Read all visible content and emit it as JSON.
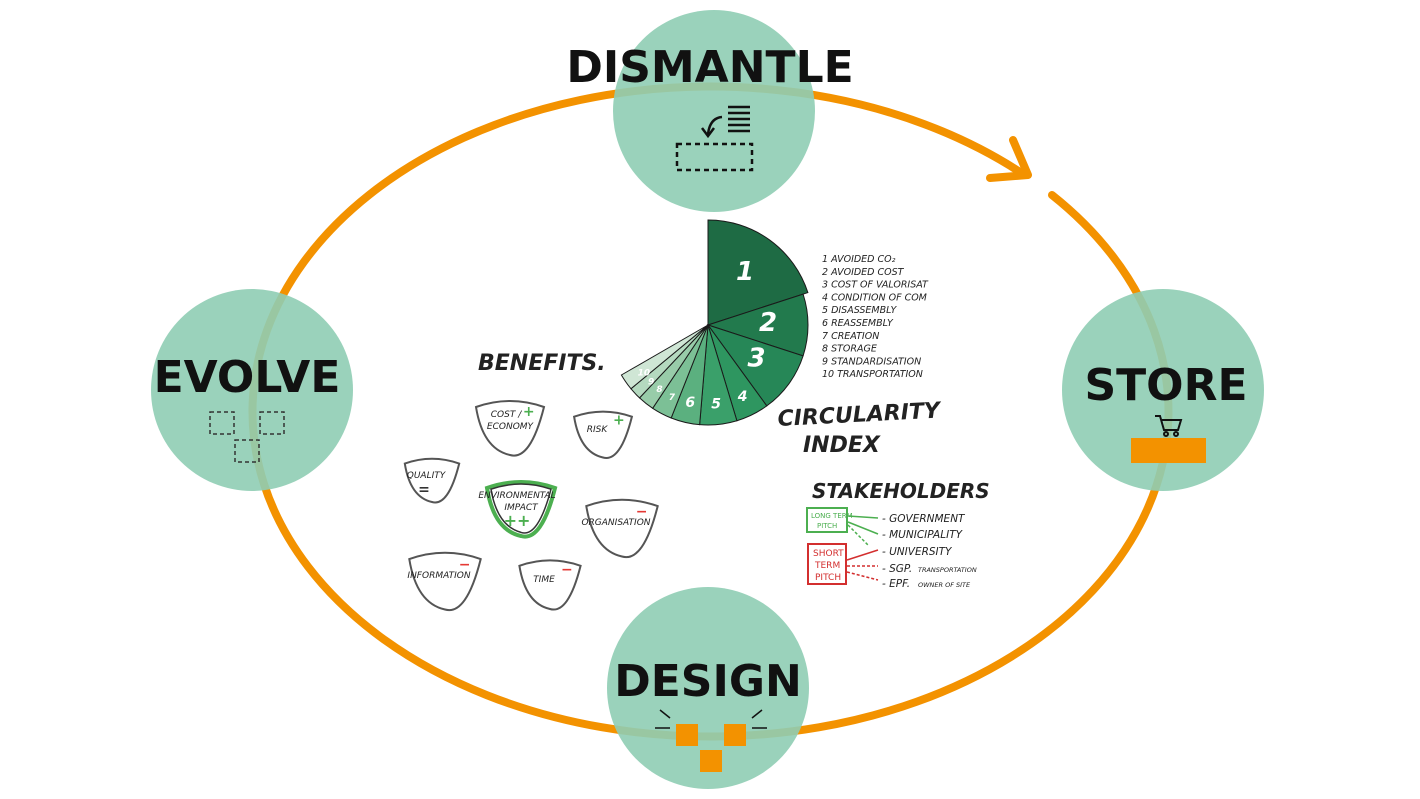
{
  "colors": {
    "cycle_orange": "#f39200",
    "stage_circle": "#8fcdb4",
    "pie_dark": "#1e6b44",
    "benefit_green": "#4caf50",
    "negative_red": "#e53935",
    "stakeholder_red": "#d32f2f"
  },
  "stages": {
    "dismantle": {
      "label": "DISMANTLE",
      "icon": "stack-to-box-icon"
    },
    "store": {
      "label": "STORE",
      "icon": "shopping-cart-icon"
    },
    "design": {
      "label": "DESIGN",
      "icon": "blocks-icon"
    },
    "evolve": {
      "label": "EVOLVE",
      "icon": "dashed-blocks-icon"
    }
  },
  "index": {
    "title_line1": "CIRCULARITY",
    "title_line2": "INDEX",
    "slices": [
      {
        "label": "1",
        "share": 0.3
      },
      {
        "label": "2",
        "share": 0.15
      },
      {
        "label": "3",
        "share": 0.15
      },
      {
        "label": "4",
        "share": 0.08
      },
      {
        "label": "5",
        "share": 0.09
      },
      {
        "label": "6",
        "share": 0.07
      },
      {
        "label": "7",
        "share": 0.05
      },
      {
        "label": "8",
        "share": 0.04
      },
      {
        "label": "9",
        "share": 0.03
      },
      {
        "label": "10",
        "share": 0.04
      }
    ],
    "legend": [
      "1 AVOIDED CO₂",
      "2 AVOIDED COST",
      "3 COST OF VALORISAT",
      "4 CONDITION OF COM",
      "5 DISASSEMBLY",
      "6 REASSEMBLY",
      "7 CREATION",
      "8 STORAGE",
      "9 STANDARDISATION",
      "10 TRANSPORTATION"
    ]
  },
  "benefits": {
    "title": "BENEFITS.",
    "items": [
      {
        "line1": "COST /",
        "line2": "ECONOMY",
        "mark": "+"
      },
      {
        "line1": "RISK",
        "line2": "",
        "mark": "+"
      },
      {
        "line1": "QUALITY",
        "line2": "",
        "mark": "="
      },
      {
        "line1": "ENVIRONMENTAL",
        "line2": "IMPACT",
        "mark": "++"
      },
      {
        "line1": "ORGANISATION",
        "line2": "",
        "mark": "−"
      },
      {
        "line1": "INFORMATION",
        "line2": "",
        "mark": "−"
      },
      {
        "line1": "TIME",
        "line2": "",
        "mark": "−"
      }
    ]
  },
  "stakeholders": {
    "title": "STAKEHOLDERS",
    "long_pitch_line1": "LONG TERM",
    "long_pitch_line2": "PITCH",
    "short_pitch_line1": "SHORT",
    "short_pitch_line2": "TERM",
    "short_pitch_line3": "PITCH",
    "entries": [
      {
        "name": "- GOVERNMENT",
        "note": ""
      },
      {
        "name": "- MUNICIPALITY",
        "note": ""
      },
      {
        "name": "- UNIVERSITY",
        "note": ""
      },
      {
        "name": "- SGP.",
        "note": "TRANSPORTATION"
      },
      {
        "name": "- EPF.",
        "note": "OWNER OF SITE"
      }
    ]
  }
}
